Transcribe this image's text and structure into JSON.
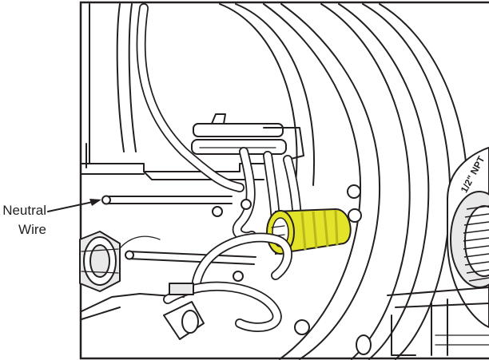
{
  "callout": {
    "line1": "Neutral",
    "line2": "Wire"
  },
  "port_label": "1/2\" NPT",
  "colors": {
    "line": "#231f20",
    "wire_nut": "#e3e32a",
    "wire_nut_shade": "#b8b81c",
    "background": "#ffffff"
  }
}
